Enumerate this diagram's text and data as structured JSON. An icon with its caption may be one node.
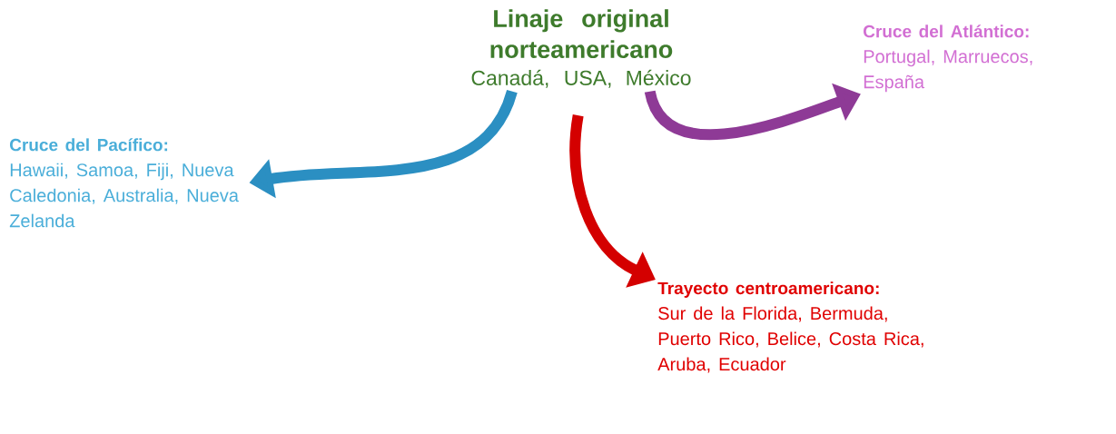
{
  "diagram": {
    "nodes": [
      {
        "text": [
          "Linaje original norteamericano",
          "Canadá, USA, México"
        ]
      },
      {
        "text": [
          "Cruce del Pacífico:",
          "Hawaii, Samoa, Fiji, Nueva Caledonia, Australia, Nueva Zelanda"
        ]
      },
      {
        "text": [
          "Cruce del Atlántico:",
          "Portugal, Marruecos, España"
        ]
      },
      {
        "text": [
          "Trayecto centroamericano:",
          "Sur de la Florida, Bermuda, Puerto Rico, Belice, Costa Rica, Aruba, Ecuador"
        ]
      }
    ],
    "edges": [
      {
        "from": 0,
        "to": 1,
        "arrow": "to",
        "color": "#2b8fc2"
      },
      {
        "from": 0,
        "to": 3,
        "arrow": "to",
        "color": "#d40000"
      },
      {
        "from": 0,
        "to": 2,
        "arrow": "to",
        "color": "#8e3a96"
      }
    ]
  }
}
